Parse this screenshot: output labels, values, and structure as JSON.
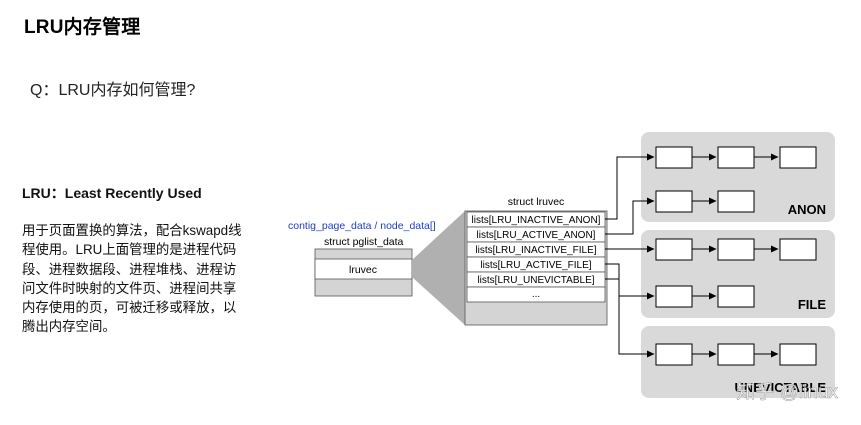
{
  "page": {
    "title": "LRU内存管理",
    "question": "Q：LRU内存如何管理?",
    "lru_definition": "LRU：Least Recently Used",
    "description": "用于页面置换的算法，配合kswapd线程使用。LRU上面管理的是进程代码段、进程数据段、进程堆栈、进程访问文件时映射的文件页、进程间共享内存使用的页，可被迁移或释放，以腾出内存空间。"
  },
  "diagram": {
    "node_label": "contig_page_data / node_data[]",
    "pglist_title": "struct pglist_data",
    "pglist_field": "lruvec",
    "lruvec_title": "struct lruvec",
    "lists": [
      "lists[LRU_INACTIVE_ANON]",
      "lists[LRU_ACTIVE_ANON]",
      "lists[LRU_INACTIVE_FILE]",
      "lists[LRU_ACTIVE_FILE]",
      "lists[LRU_UNEVICTABLE]"
    ],
    "ellipsis": "...",
    "groups": [
      "ANON",
      "FILE",
      "UNEVICTABLE"
    ],
    "watermark": "知乎 @linux",
    "colors": {
      "group_bg": "#d9d9d9",
      "struct_fill": "#d4d4d4",
      "link_blue": "#1f3fbf",
      "line": "#000000"
    }
  }
}
